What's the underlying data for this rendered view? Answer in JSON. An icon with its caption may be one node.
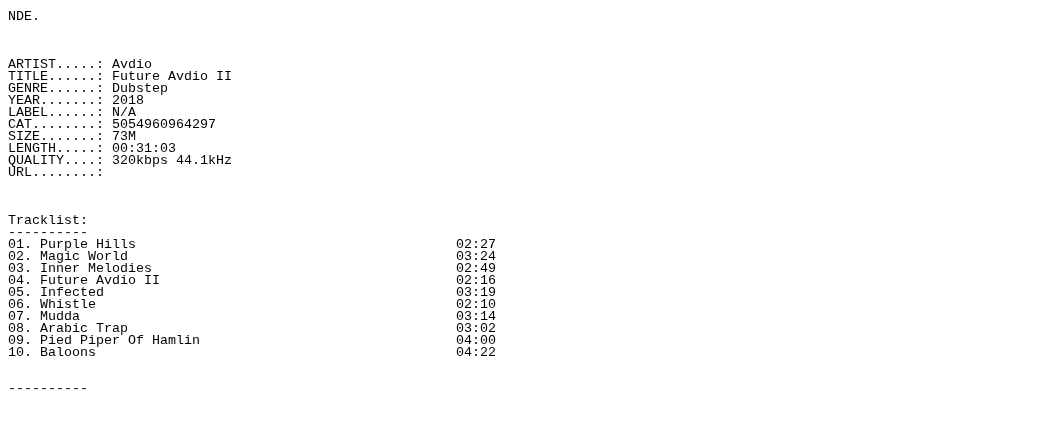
{
  "diagram": {
    "labels": [
      "NDE.",
      "ARTIST.....: Avdio",
      "TITLE......: Future Avdio II",
      "GENRE......: Dubstep",
      "YEAR.......: 2018",
      "LABEL......: N/A",
      "CAT........: 5054960964297",
      "SIZE.......: 73M",
      "LENGTH.....: 00:31:03",
      "QUALITY....: 320kbps 44.1kHz",
      "URL........:",
      "Tracklist:",
      "----------",
      "01. Purple Hills",
      "02:27",
      "02. Magic World",
      "03:24",
      "03. Inner Melodies",
      "02:49",
      "04. Future Avdio II",
      "02:16",
      "05. Infected",
      "03:19",
      "06. Whistle",
      "02:10",
      "07. Mudda",
      "03:14",
      "08. Arabic Trap",
      "03:02",
      "09. Pied Piper Of Hamlin",
      "04:00",
      "10. Baloons",
      "04:22",
      "----------"
    ]
  }
}
